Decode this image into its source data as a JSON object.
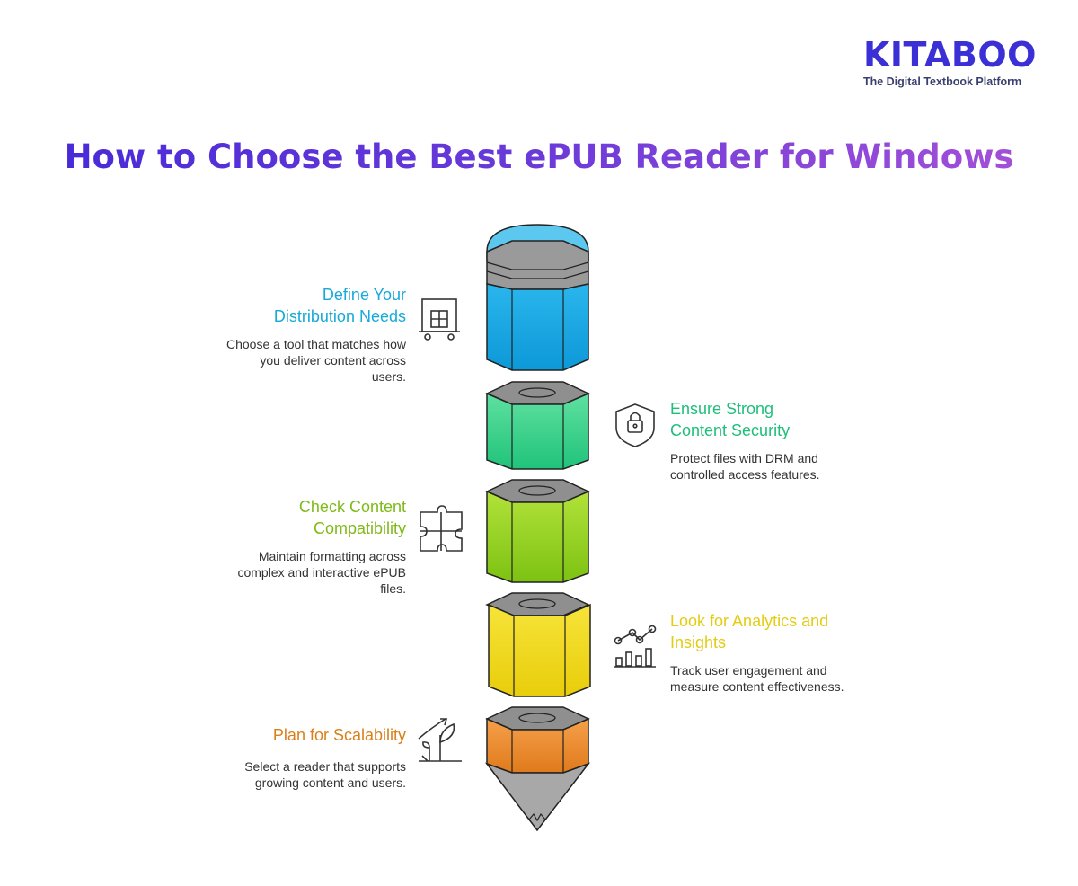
{
  "brand": {
    "name": "KITABOO",
    "tagline": "The Digital Textbook Platform"
  },
  "title": "How to Choose the Best ePUB Reader for Windows",
  "steps": [
    {
      "heading_line1": "Define Your",
      "heading_line2": "Distribution Needs",
      "description": "Choose a tool that matches how you deliver content across users.",
      "icon": "cart-icon",
      "color": "#16a9d9",
      "side": "left"
    },
    {
      "heading_line1": "Ensure Strong",
      "heading_line2": "Content Security",
      "description": "Protect files with DRM and controlled access features.",
      "icon": "shield-lock-icon",
      "color": "#1fbf7a",
      "side": "right"
    },
    {
      "heading_line1": "Check Content",
      "heading_line2": "Compatibility",
      "description": "Maintain formatting across complex and interactive ePUB files.",
      "icon": "puzzle-icon",
      "color": "#7fba18",
      "side": "left"
    },
    {
      "heading_line1": "Look for Analytics and",
      "heading_line2": "Insights",
      "description": "Track user engagement and measure content effectiveness.",
      "icon": "analytics-icon",
      "color": "#e3cc12",
      "side": "right"
    },
    {
      "heading_line1": "Plan for Scalability",
      "heading_line2": "",
      "description": "Select a reader that supports growing content and users.",
      "icon": "growth-plant-icon",
      "color": "#d9801c",
      "side": "left"
    }
  ]
}
